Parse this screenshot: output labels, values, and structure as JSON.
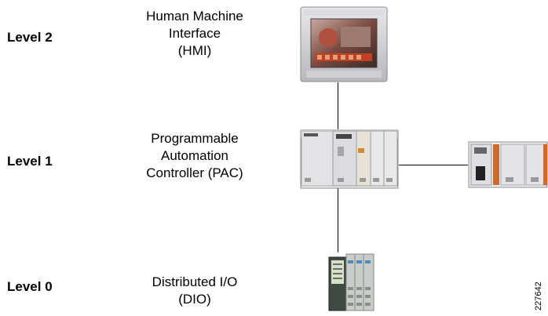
{
  "levels": [
    {
      "label": "Level 2",
      "description": [
        "Human Machine",
        "Interface",
        "(HMI)"
      ]
    },
    {
      "label": "Level 1",
      "description": [
        "Programmable",
        "Automation",
        "Controller (PAC)"
      ]
    },
    {
      "label": "Level 0",
      "description": [
        "Distributed I/O",
        "(DIO)"
      ]
    }
  ],
  "devices": {
    "hmi": {
      "icon": "hmi-panel-icon"
    },
    "pac": {
      "icon": "pac-controller-icon"
    },
    "pac_remote": {
      "icon": "remote-controller-icon"
    },
    "dio": {
      "icon": "distributed-io-icon"
    }
  },
  "figure_id": "227642",
  "colors": {
    "line": "#000000"
  }
}
